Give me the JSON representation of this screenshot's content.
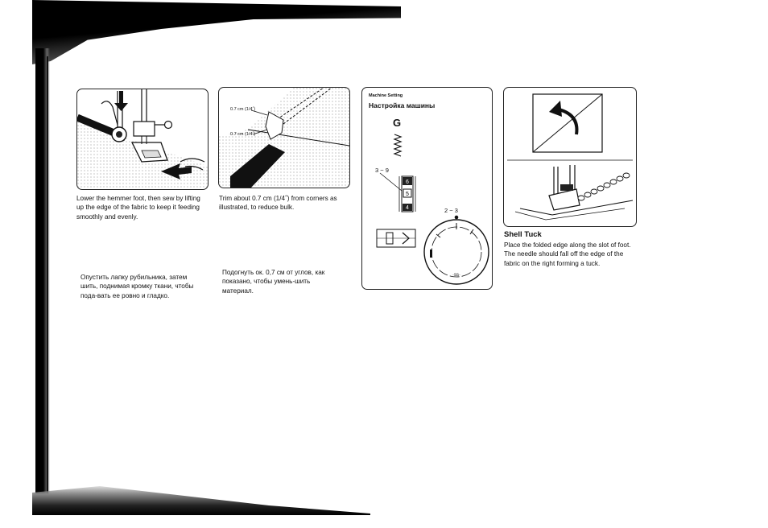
{
  "panels": {
    "hemmer": {
      "en": "Lower the hemmer foot, then sew by lifting up the edge of the fabric to keep it feeding smoothly and evenly.",
      "ru": "Опустить лапку рубильника, затем шить, поднимая кромку ткани, чтобы пода-вать ее ровно и гладко."
    },
    "trim": {
      "label_top": "0.7 cm (1/4˝)",
      "label_bottom": "0.7 cm (1/4˝)",
      "en": "Trim about 0.7 cm (1/4˝) from corners as illustrated, to reduce bulk.",
      "ru": "Подогнуть ок. 0,7 см от углов, как показано, чтобы умень-шить материал."
    },
    "machine_setting": {
      "title_en": "Machine Setting",
      "title_ru": "Настройка машины",
      "pattern_letter": "G",
      "stitch_length": "3 ~ 9",
      "stitch_width": "2 ~ 3"
    },
    "shell_tuck": {
      "title": "Shell Tuck",
      "text": "Place the folded edge along the slot of foot. The needle should fall off the edge of the fabric on the right forming a tuck."
    }
  }
}
